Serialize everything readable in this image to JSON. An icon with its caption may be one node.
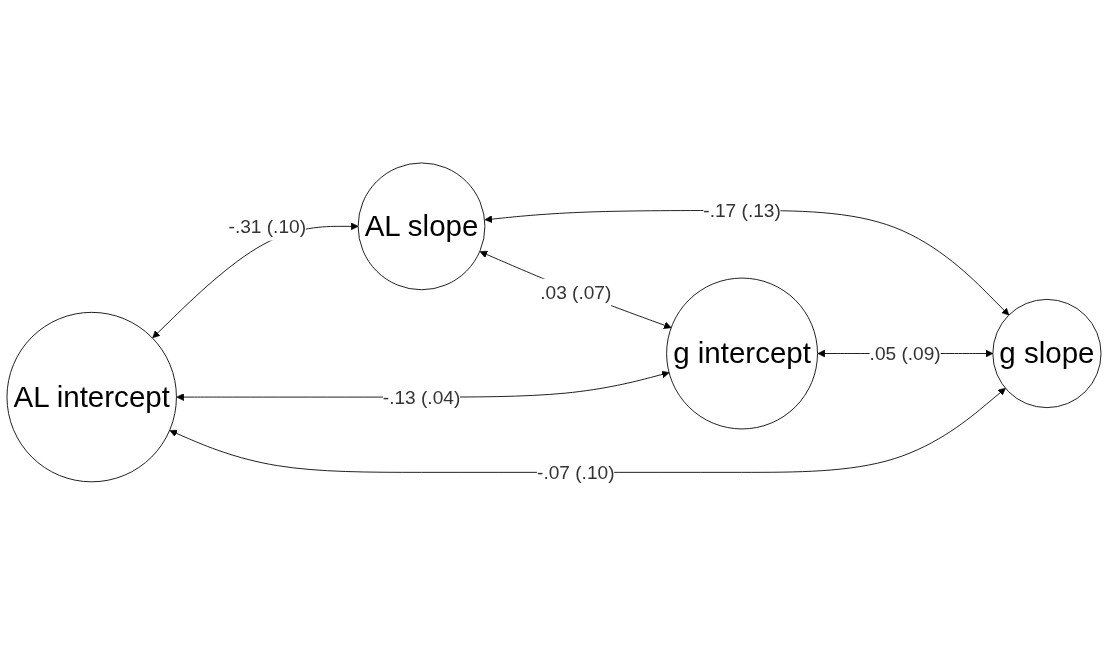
{
  "diagram": {
    "nodes": [
      {
        "text": [
          "AL intercept"
        ]
      },
      {
        "text": [
          "AL slope"
        ]
      },
      {
        "text": [
          "g intercept"
        ]
      },
      {
        "text": [
          "g slope"
        ]
      }
    ],
    "edges": [
      {
        "from": 0,
        "to": 1,
        "arrow": "both",
        "label": "-.31 (.10)"
      },
      {
        "from": 0,
        "to": 2,
        "arrow": "both",
        "label": "-.13 (.04)"
      },
      {
        "from": 1,
        "to": 3,
        "arrow": "both",
        "label": "-.17 (.13)"
      },
      {
        "from": 0,
        "to": 3,
        "arrow": "both",
        "label": "-.07 (.10)"
      },
      {
        "from": 1,
        "to": 2,
        "arrow": "both",
        "label": ".03 (.07)"
      },
      {
        "from": 2,
        "to": 3,
        "arrow": "both",
        "label": ".05 (.09)"
      }
    ]
  }
}
